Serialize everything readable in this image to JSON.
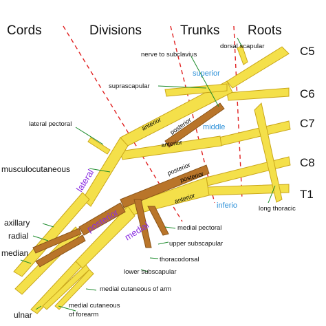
{
  "headers": {
    "cords": "Cords",
    "divisions": "Divisions",
    "trunks": "Trunks",
    "roots": "Roots"
  },
  "roots": {
    "c5": "C5",
    "c6": "C6",
    "c7": "C7",
    "c8": "C8",
    "t1": "T1"
  },
  "trunk_labels": {
    "superior": "superior",
    "middle": "middle",
    "inferior": "inferio"
  },
  "cord_labels": {
    "lateral": "lateral",
    "posterior": "posterior",
    "medial": "medial"
  },
  "division_labels": {
    "anterior_1": "anterior",
    "posterior_1": "posterior",
    "anterior_2": "anterior",
    "posterior_2": "posterior",
    "posterior_3": "posterior",
    "anterior_3": "anterior"
  },
  "branches": {
    "dorsal_scapular": "dorsal scapular",
    "nerve_to_subclavius": "nerve to subclavius",
    "suprascapular": "suprascapular",
    "lateral_pectoral": "lateral pectoral",
    "musculocutaneous": "musculocutaneous",
    "axillary": "axillary",
    "radial": "radial",
    "median": "median",
    "ulnar": "ulnar",
    "long_thoracic": "long thoracic",
    "medial_pectoral": "medial pectoral",
    "upper_subscapular": "upper subscapular",
    "thoracodorsal": "thoracodorsal",
    "lower_subscapular": "lower subscapular",
    "medial_cutaneous_arm": "medial cutaneous of arm",
    "medial_cutaneous_forearm_1": "medial cutaneous",
    "medial_cutaneous_forearm_2": "of forearm"
  },
  "colors": {
    "nerve": "#f4e04a",
    "posterior_division": "#b9752a",
    "leader": "#1a8a2a",
    "divider": "#e02020",
    "trunk_label": "#2a8fd8",
    "cord_label": "#8a2be2"
  }
}
